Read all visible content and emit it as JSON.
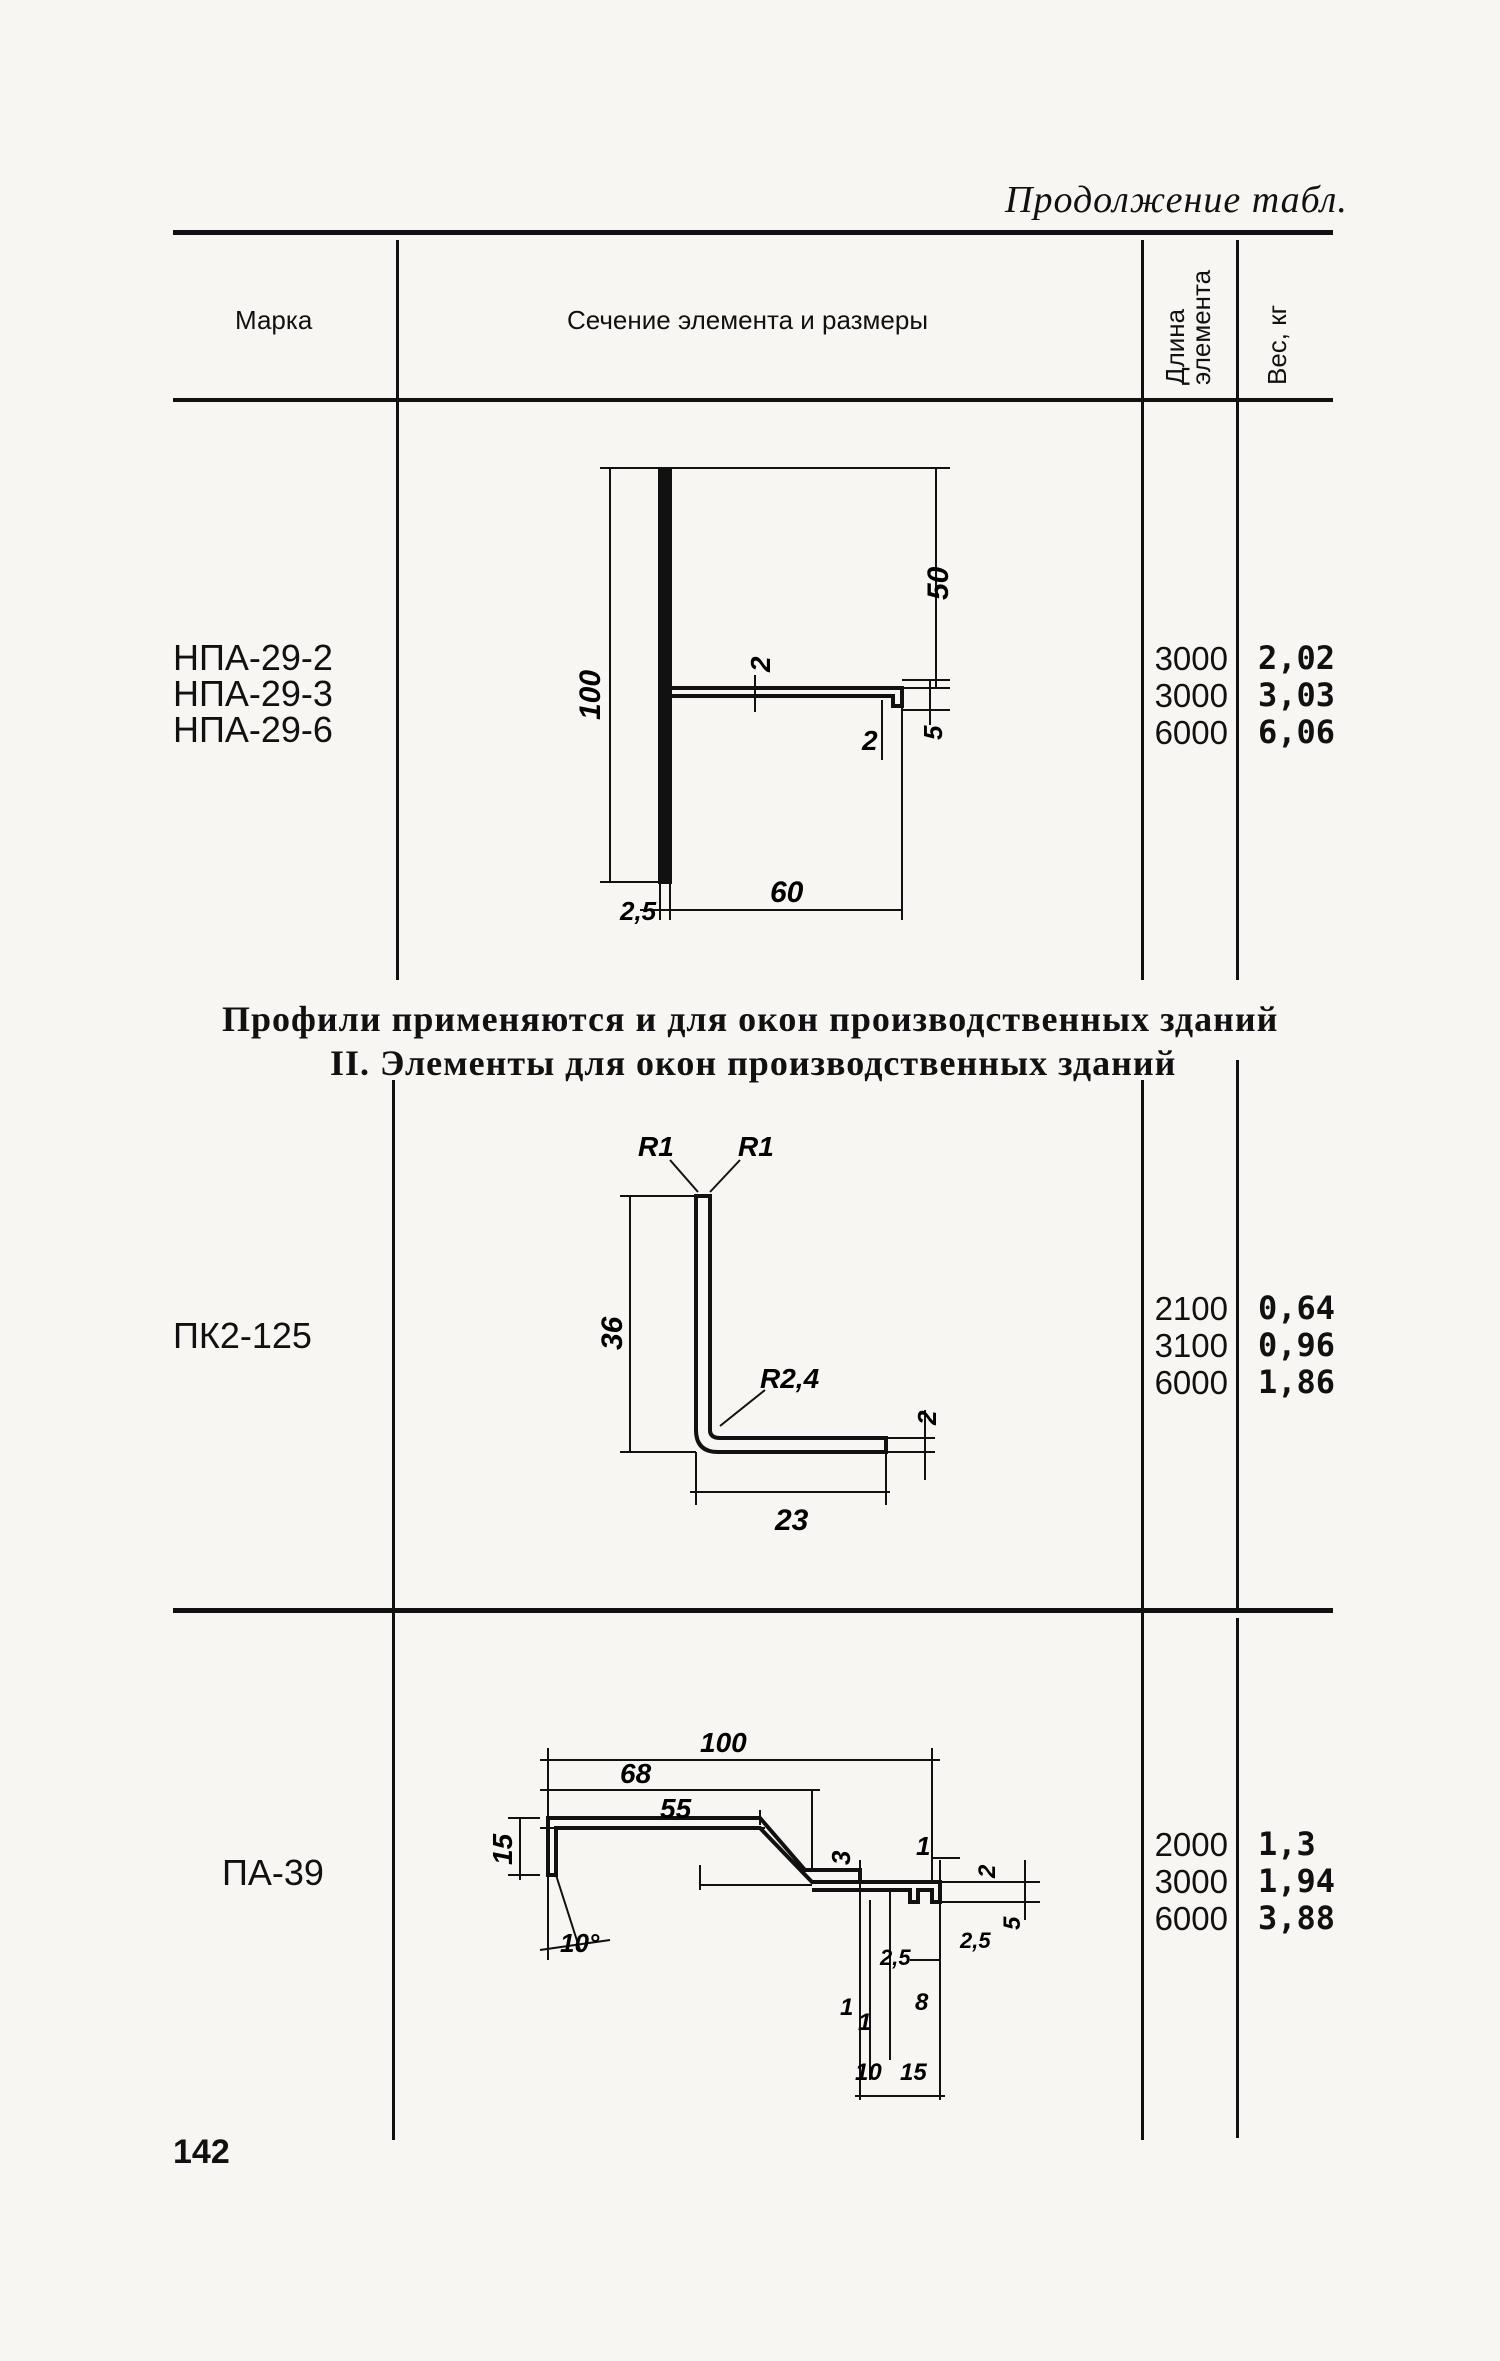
{
  "continuation": "Продолжение табл.",
  "header": {
    "col_mark": "Марка",
    "col_section": "Сечение элемента и размеры",
    "col_length": "Длина элемента",
    "col_weight": "Вес, кг"
  },
  "rows": [
    {
      "marks": [
        "НПА-29-2",
        "НПА-29-3",
        "НПА-29-6"
      ],
      "lengths": [
        "3000",
        "3000",
        "6000"
      ],
      "weights": [
        "2,02",
        "3,03",
        "6,06"
      ],
      "dims": [
        "50",
        "2",
        "100",
        "2",
        "5",
        "2,5",
        "60"
      ]
    },
    {
      "marks": [
        "ПК2-125"
      ],
      "lengths": [
        "2100",
        "3100",
        "6000"
      ],
      "weights": [
        "0,64",
        "0,96",
        "1,86"
      ],
      "dims": [
        "R1",
        "R1",
        "36",
        "R2,4",
        "2",
        "23"
      ]
    },
    {
      "marks": [
        "ПА-39"
      ],
      "lengths": [
        "2000",
        "3000",
        "6000"
      ],
      "weights": [
        "1,3",
        "1,94",
        "3,88"
      ],
      "dims": [
        "100",
        "68",
        "55",
        "15",
        "10°",
        "1",
        "3",
        "2",
        "2,5",
        "2,5",
        "5",
        "1",
        "1",
        "8",
        "10",
        "15"
      ]
    }
  ],
  "note": "Профили применяются и для окон производственных зданий",
  "section_heading": "II. Элементы для окон производственных зданий",
  "page_number": "142"
}
